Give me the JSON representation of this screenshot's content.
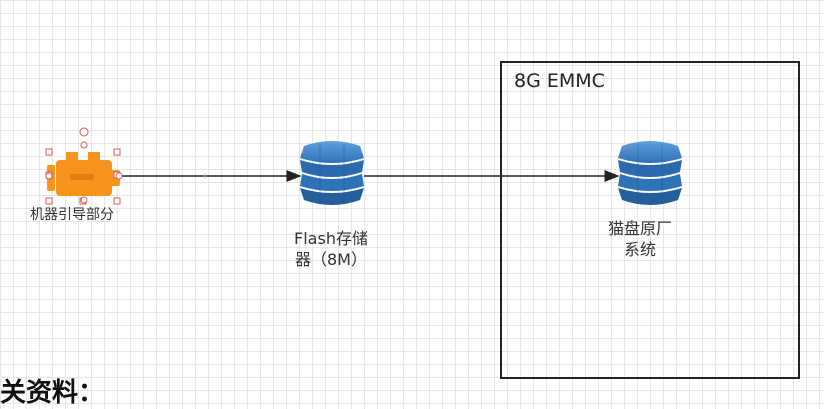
{
  "group_box": {
    "title": "8G EMMC"
  },
  "nodes": {
    "engine": {
      "label": "机器引导部分",
      "icon": "engine-icon",
      "color": "#f7941d"
    },
    "flash": {
      "label_line1": "Flash存储",
      "label_line2": "器（8M）",
      "icon": "database-icon",
      "color": "#2e73b8"
    },
    "cat_system": {
      "label_line1": "猫盘原厂",
      "label_line2": "系统",
      "icon": "database-icon",
      "color": "#2e73b8"
    }
  },
  "bottom_text": "关资料："
}
